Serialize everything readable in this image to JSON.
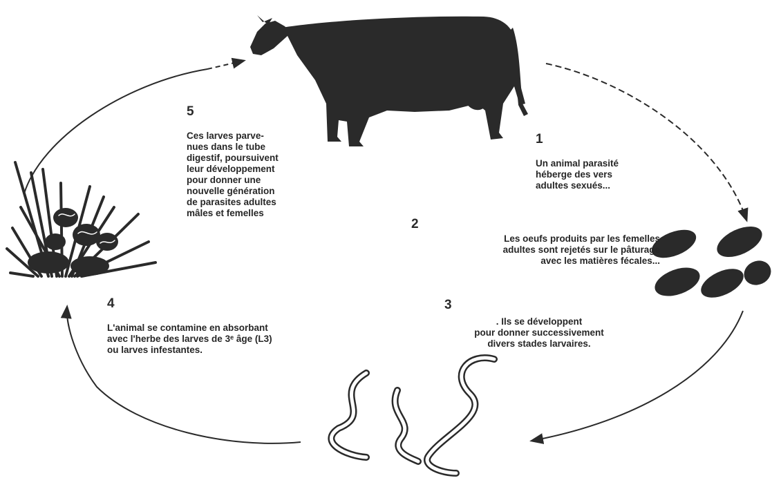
{
  "steps": [
    {
      "number": "5",
      "text": "Ces larves parve-\nnues dans le tube\ndigestif, poursuivent\nleur développement\npour donner une\nnouvelle génération\nde parasites adultes\nmâles et femelles"
    },
    {
      "number": "1",
      "text": "Un animal parasité\nhéberge des vers\nadultes sexués..."
    },
    {
      "number": "2",
      "text": "Les oeufs produits par les femelles\nadultes sont rejetés sur le pâturage\navec les matières fécales..."
    },
    {
      "number": "3",
      "text": ". Ils se développent\npour donner successivement\ndivers stades larvaires."
    },
    {
      "number": "4",
      "text": "L'animal se contamine en absorbant\navec l'herbe des larves de 3ᵉ âge (L3)\nou larves infestantes."
    }
  ],
  "icons": [
    "cow-icon",
    "eggs-icon",
    "larvae-icon",
    "grass-icon"
  ],
  "colors": {
    "ink": "#2a2a2a",
    "paper": "#ffffff"
  }
}
